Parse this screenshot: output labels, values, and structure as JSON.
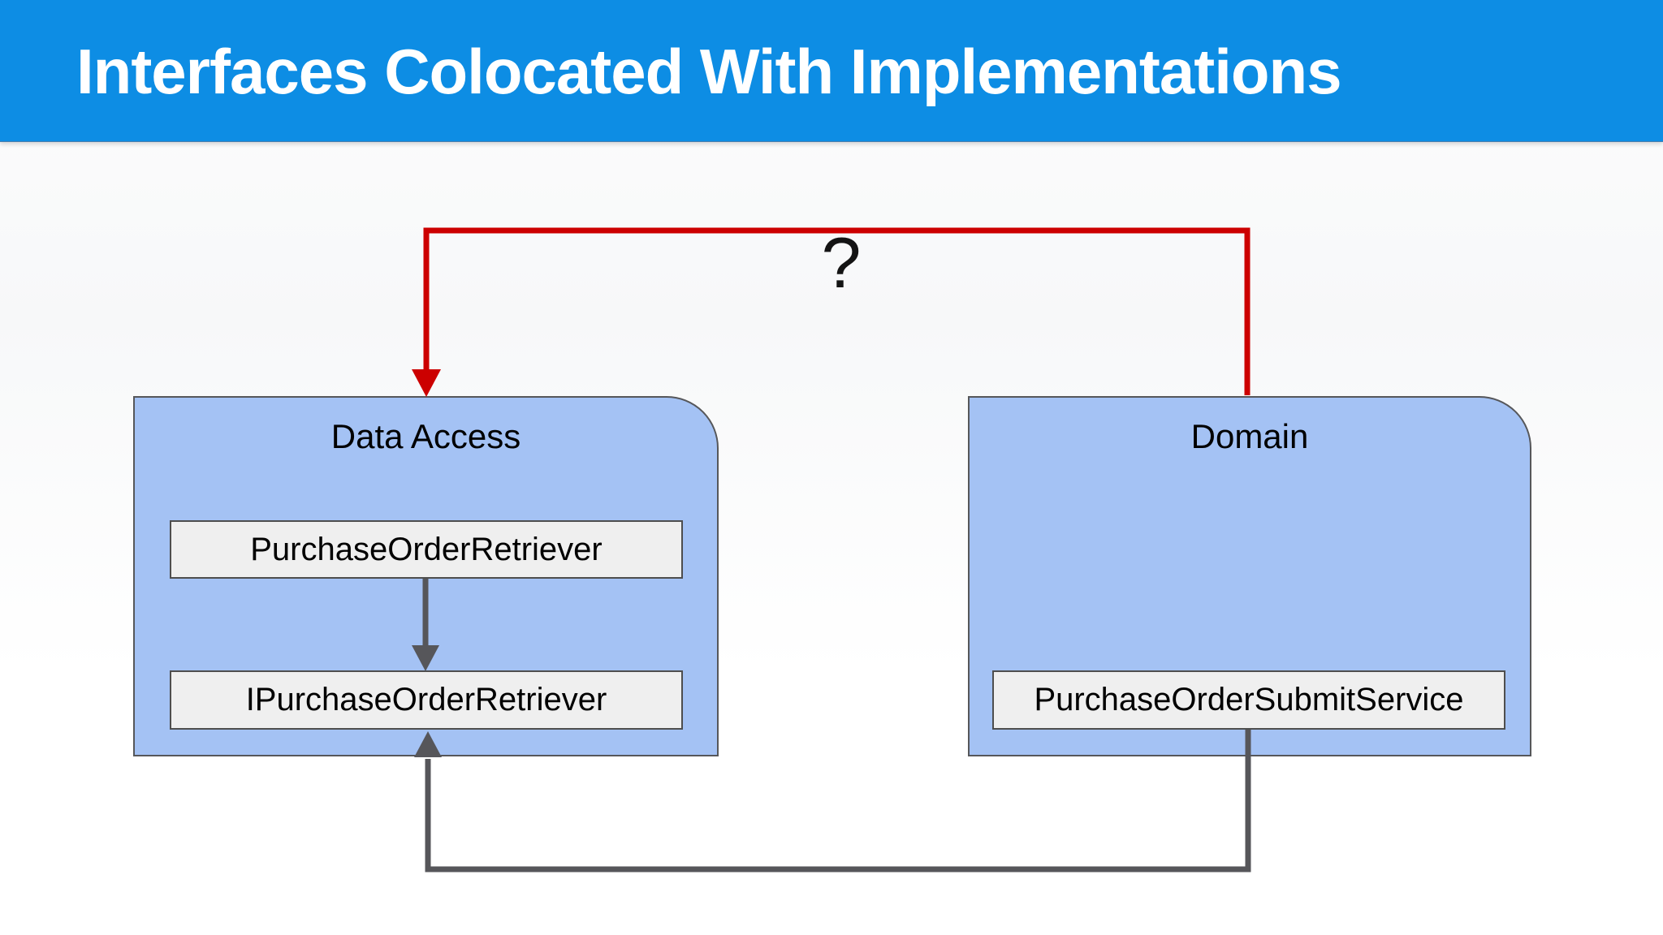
{
  "header": {
    "title": "Interfaces Colocated With Implementations"
  },
  "diagram": {
    "question_label": "?",
    "packages": [
      {
        "name": "Data Access",
        "classes": [
          "PurchaseOrderRetriever",
          "IPurchaseOrderRetriever"
        ]
      },
      {
        "name": "Domain",
        "classes": [
          "PurchaseOrderSubmitService"
        ]
      }
    ],
    "connectors": [
      {
        "from": "Domain",
        "to": "Data Access",
        "color": "#cc0000",
        "label": "?",
        "shape": "elbow-over-top"
      },
      {
        "from": "PurchaseOrderRetriever",
        "to": "IPurchaseOrderRetriever",
        "color": "#56565a",
        "shape": "straight-down"
      },
      {
        "from": "PurchaseOrderSubmitService",
        "to": "IPurchaseOrderRetriever",
        "color": "#56565a",
        "shape": "elbow-under-bottom"
      }
    ],
    "colors": {
      "header_background": "#0d8de4",
      "header_text": "#ffffff",
      "package_fill": "#a4c2f4",
      "package_border": "#56575a",
      "class_fill": "#efefef",
      "class_border": "#4e4e4e",
      "red_arrow": "#cc0000",
      "gray_arrow": "#56565a"
    }
  }
}
